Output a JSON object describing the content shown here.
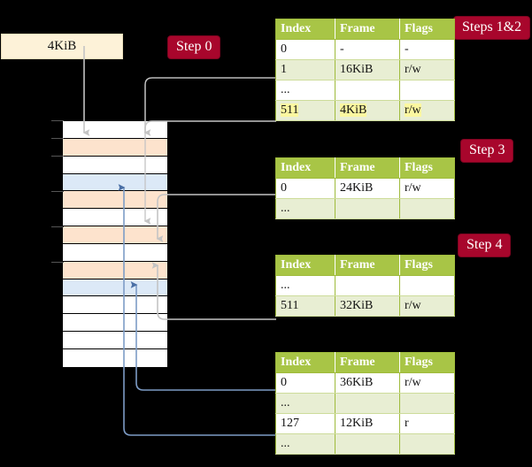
{
  "labels": {
    "page_size_banner": "4KiB",
    "step0": "Step 0",
    "steps12": "Steps 1&2",
    "step3": "Step 3",
    "step4": "Step 4"
  },
  "memory_column": {
    "name": "physical-memory",
    "rows": [
      {
        "fill": "white"
      },
      {
        "fill": "orange"
      },
      {
        "fill": "white"
      },
      {
        "fill": "blue"
      },
      {
        "fill": "orange"
      },
      {
        "fill": "white"
      },
      {
        "fill": "orange"
      },
      {
        "fill": "white"
      },
      {
        "fill": "orange"
      },
      {
        "fill": "blue"
      },
      {
        "fill": "white"
      },
      {
        "fill": "white"
      },
      {
        "fill": "white"
      },
      {
        "fill": "white"
      }
    ]
  },
  "tables": [
    {
      "id": "level4-table",
      "headers": [
        "Index",
        "Frame",
        "Flags"
      ],
      "rows": [
        {
          "style": "plain",
          "highlight": false,
          "cells": [
            "0",
            "-",
            "-"
          ]
        },
        {
          "style": "alt",
          "highlight": false,
          "cells": [
            "1",
            "16KiB",
            "r/w"
          ]
        },
        {
          "style": "plain",
          "highlight": false,
          "cells": [
            "...",
            "",
            ""
          ]
        },
        {
          "style": "alt",
          "highlight": true,
          "cells": [
            "511",
            "4KiB",
            "r/w"
          ]
        }
      ]
    },
    {
      "id": "level3-table",
      "headers": [
        "Index",
        "Frame",
        "Flags"
      ],
      "rows": [
        {
          "style": "plain",
          "highlight": false,
          "cells": [
            "0",
            "24KiB",
            "r/w"
          ]
        },
        {
          "style": "alt",
          "highlight": false,
          "cells": [
            "...",
            "",
            ""
          ]
        }
      ]
    },
    {
      "id": "level2-table",
      "headers": [
        "Index",
        "Frame",
        "Flags"
      ],
      "rows": [
        {
          "style": "plain",
          "highlight": false,
          "cells": [
            "...",
            "",
            ""
          ]
        },
        {
          "style": "alt",
          "highlight": false,
          "cells": [
            "511",
            "32KiB",
            "r/w"
          ]
        }
      ]
    },
    {
      "id": "level1-table",
      "headers": [
        "Index",
        "Frame",
        "Flags"
      ],
      "rows": [
        {
          "style": "plain",
          "highlight": false,
          "cells": [
            "0",
            "36KiB",
            "r/w"
          ]
        },
        {
          "style": "alt",
          "highlight": false,
          "cells": [
            "...",
            "",
            ""
          ]
        },
        {
          "style": "plain",
          "highlight": false,
          "cells": [
            "127",
            "12KiB",
            "r"
          ]
        },
        {
          "style": "alt",
          "highlight": false,
          "cells": [
            "...",
            "",
            ""
          ]
        }
      ]
    }
  ],
  "colors": {
    "pill_bg": "#a8062c",
    "banner_bg": "#fdf2d8",
    "table_header_bg": "#a8c546",
    "table_alt_bg": "#e8eed3",
    "highlight_bg": "#fbf7a0",
    "frame_used_orange": "#fde3cd",
    "frame_table_blue": "#dce9f7",
    "wire_gray": "#b9b9b9",
    "wire_blue": "#6f8fc0"
  }
}
